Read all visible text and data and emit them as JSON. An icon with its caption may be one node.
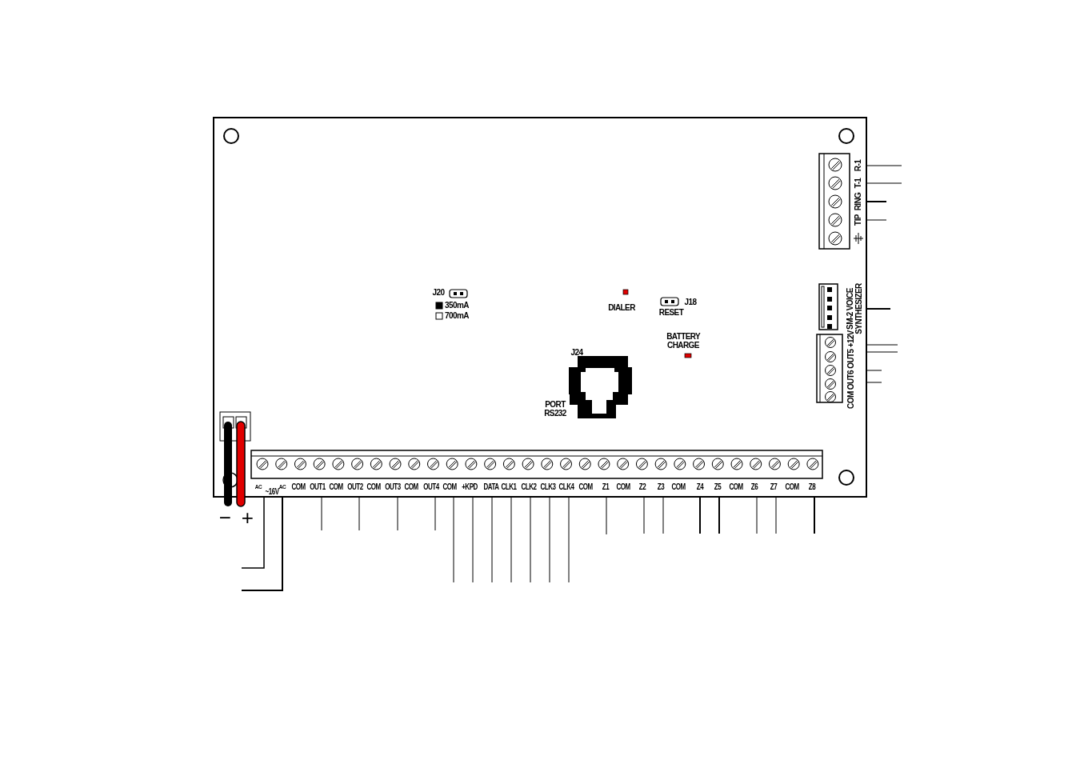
{
  "diagram": {
    "labels": [
      "J20",
      "DIALER",
      "J18",
      "RESET",
      "BATTERY CHARGE",
      "J24",
      "PORT RS232",
      "R-1",
      "T-1",
      "RING",
      "TIP",
      "SM-2 VOICE SYNTHESIZER",
      "COM OUT6 OUT5 +12V",
      "AC",
      "~16V",
      "AC",
      "COM",
      "OUT1",
      "COM",
      "OUT2",
      "COM",
      "OUT3",
      "COM",
      "OUT4",
      "COM",
      "+KPD",
      "DATA",
      "CLK1",
      "CLK2",
      "CLK3",
      "CLK4",
      "COM",
      "Z1",
      "COM",
      "Z2",
      "Z3",
      "COM",
      "Z4",
      "Z5",
      "COM",
      "Z6",
      "Z7",
      "COM",
      "Z8",
      "−",
      "+"
    ],
    "legend": [
      {
        "text": "350mA"
      },
      {
        "text": "700mA"
      }
    ]
  }
}
